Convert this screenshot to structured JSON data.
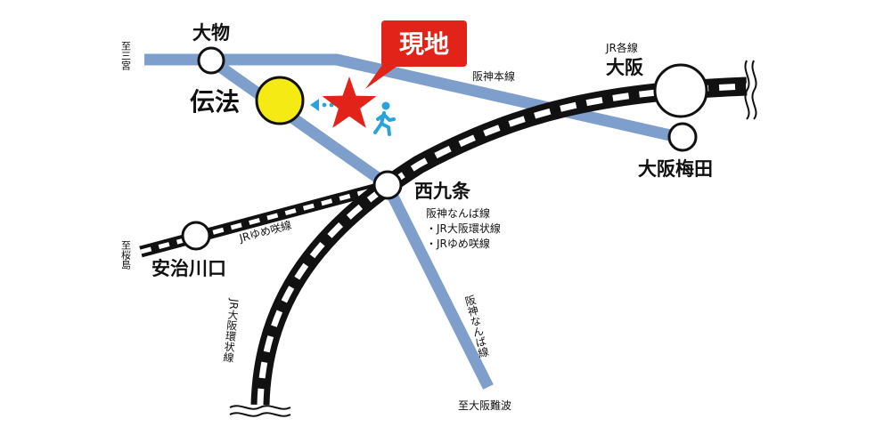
{
  "callout": {
    "text": "現地",
    "color": "#e2231a"
  },
  "colors": {
    "hanshin": "#7e9fcc",
    "rail_dark": "#111111",
    "station_fill": "#ffffff",
    "highlight_station": "#f5ea14",
    "star": "#e2231a",
    "walk": "#2aa3dc"
  },
  "stations": {
    "daimotsu": "大物",
    "denpo": "伝法",
    "osaka": "大阪",
    "osaka_umeda": "大阪梅田",
    "nishikujo": "西九条",
    "ajikawaguchi": "安治川口"
  },
  "lines": {
    "jr_kakusen": "JR各線",
    "hanshin_honsen": "阪神本線",
    "jr_yumesaki": "JRゆめ咲線",
    "nishikujo_transfers": [
      "阪神なんば線",
      "・JR大阪環状線",
      "・JRゆめ咲線"
    ],
    "jr_loop_vertical": "JR大阪環状線",
    "hanshin_namba_vertical": "阪神なんば線"
  },
  "directions": {
    "sannomiya": "至三宮",
    "sakurajima": "至桜島",
    "osaka_namba": "至大阪難波"
  },
  "icons": [
    "star-icon",
    "walking-person-icon",
    "dotted-arrow-icon",
    "wave-break-icon"
  ]
}
